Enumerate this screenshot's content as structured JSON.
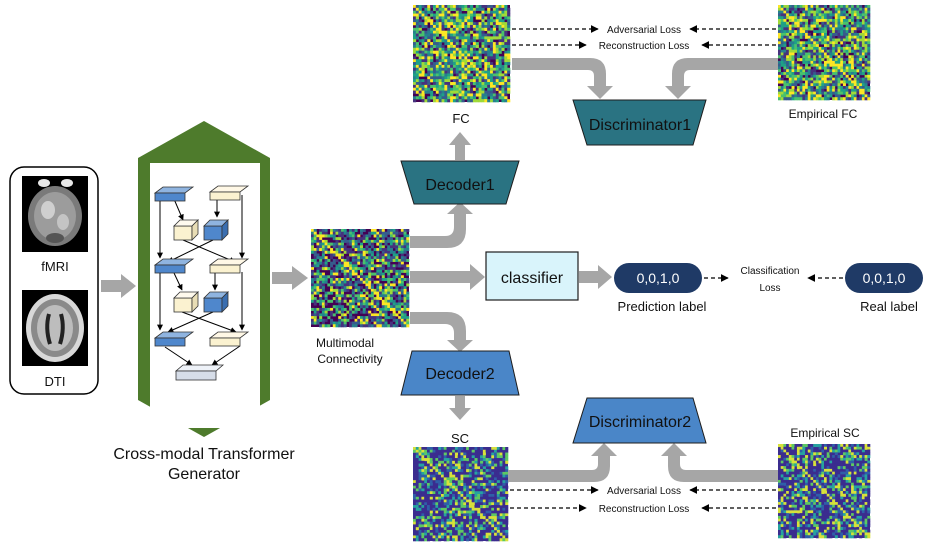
{
  "labels": {
    "fmri": "fMRI",
    "dti": "DTI",
    "generator_line1": "Cross-modal Transformer",
    "generator_line2": "Generator",
    "multimodal_line1": "Multimodal",
    "multimodal_line2": "Connectivity",
    "fc": "FC",
    "sc": "SC",
    "empirical_fc": "Empirical FC",
    "empirical_sc": "Empirical SC",
    "decoder1": "Decoder1",
    "decoder2": "Decoder2",
    "discriminator1": "Discriminator1",
    "discriminator2": "Discriminator2",
    "classifier": "classifier",
    "prediction_value": "0,0,1,0",
    "real_value": "0,0,1,0",
    "prediction_label": "Prediction label",
    "real_label": "Real label",
    "classification_loss_line1": "Classification",
    "classification_loss_line2": "Loss",
    "adversarial_loss": "Adversarial Loss",
    "reconstruction_loss": "Reconstruction Loss"
  },
  "colors": {
    "decoder1": "#2a7382",
    "discriminator1": "#2a7382",
    "decoder2": "#4a86c8",
    "discriminator2": "#4a86c8",
    "classifier_fill": "#d9f4fb",
    "label_pill": "#1f3a66",
    "generator_green": "#4e7b2c",
    "arrow_gray": "#a6a6a6"
  },
  "icons": {
    "fmri_image": "brain-fmri-scan",
    "dti_image": "brain-dti-scan",
    "fc_matrix": "heatmap-matrix-viridis",
    "sc_matrix": "heatmap-matrix-sparse"
  }
}
